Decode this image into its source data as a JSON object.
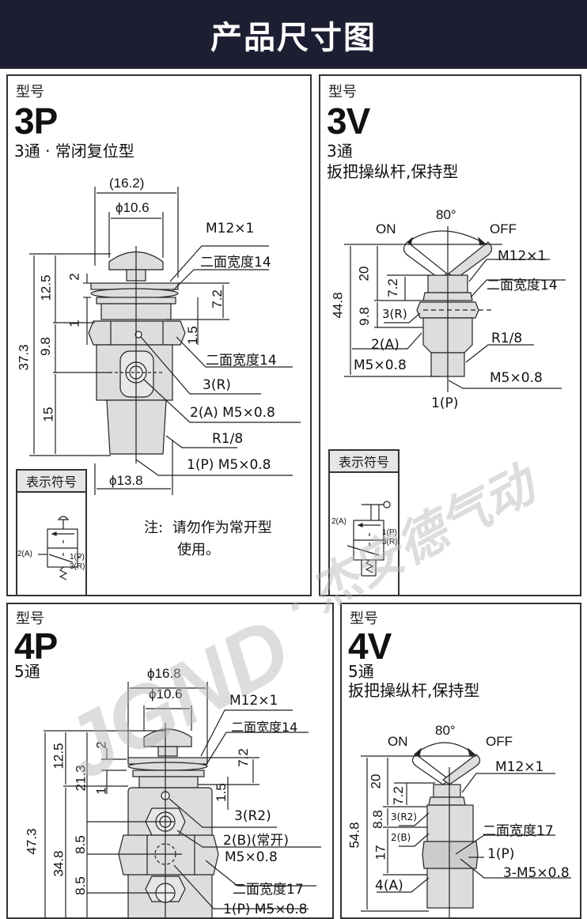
{
  "header": {
    "title": "产品尺寸图",
    "background": "#1e1e33"
  },
  "common": {
    "type_label": "型号",
    "symbol_label": "表示符号"
  },
  "panels": {
    "p3p": {
      "model": "3P",
      "description": [
        "3通 · 常闭复位型"
      ],
      "dims": {
        "overall_width": "(16.2)",
        "button_dia": "ϕ10.6",
        "body_dia": "ϕ13.8",
        "h_total": "37.3",
        "h_top": "12.5",
        "h_mid": "9.8",
        "h_bottom": "15",
        "d_2": "2",
        "d_1": "1",
        "d_7_2": "7.2",
        "d_1_5": "1.5"
      },
      "callouts": [
        "M12×1",
        "二面宽度14",
        "二面宽度14",
        "3(R)",
        "2(A)  M5×0.8",
        "R1/8",
        "1(P)  M5×0.8"
      ],
      "symbol_ports": {
        "a": "2(A)",
        "p": "1(P)",
        "r": "3(R)"
      },
      "note": {
        "prefix": "注:",
        "line1": "请勿作为常开型",
        "line2": "使用。"
      }
    },
    "p3v": {
      "model": "3V",
      "description": [
        "3通",
        "扳把操纵杆,保持型"
      ],
      "dims": {
        "angle": "80°",
        "on": "ON",
        "off": "OFF",
        "h_total": "44.8",
        "h_top": "20",
        "h_mid": "9.8",
        "d_7_2": "7.2"
      },
      "callouts": [
        "M12×1",
        "二面宽度14",
        "3(R)",
        "2(A)",
        "M5×0.8",
        "R1/8",
        "M5×0.8",
        "1(P)"
      ],
      "symbol_ports": {
        "a": "2(A)",
        "p": "1(P)",
        "r": "3(R)"
      }
    },
    "p4p": {
      "model": "4P",
      "description": [
        "5通"
      ],
      "dims": {
        "overall_dia": "ϕ16.8",
        "button_dia": "ϕ10.6",
        "h_total": "47.3",
        "h_top": "12.5",
        "h_upper": "21.3",
        "h_lower": "34.8",
        "d_8_5a": "8.5",
        "d_8_5b": "8.5",
        "d_2": "2",
        "d_1": "1",
        "d_7_2": "7.2",
        "d_1_5": "1.5"
      },
      "callouts": [
        "M12×1",
        "二面宽度14",
        "3(R2)",
        "2(B)(常开)",
        "M5×0.8",
        "二面宽度17",
        "1(P)  M5×0.8"
      ]
    },
    "p4v": {
      "model": "4V",
      "description": [
        "5通",
        "扳把操纵杆,保持型"
      ],
      "dims": {
        "angle": "80°",
        "on": "ON",
        "off": "OFF",
        "h_total": "54.8",
        "h_top": "20",
        "d_7_2": "7.2",
        "d_8_8": "8.8",
        "d_17": "17"
      },
      "callouts": [
        "M12×1",
        "3(R2)",
        "二面宽度17",
        "2(B)",
        "1(P)",
        "3-M5×0.8",
        "4(A)"
      ]
    }
  },
  "watermark": {
    "logo": "JGND",
    "text": "· 杰安德气动"
  }
}
